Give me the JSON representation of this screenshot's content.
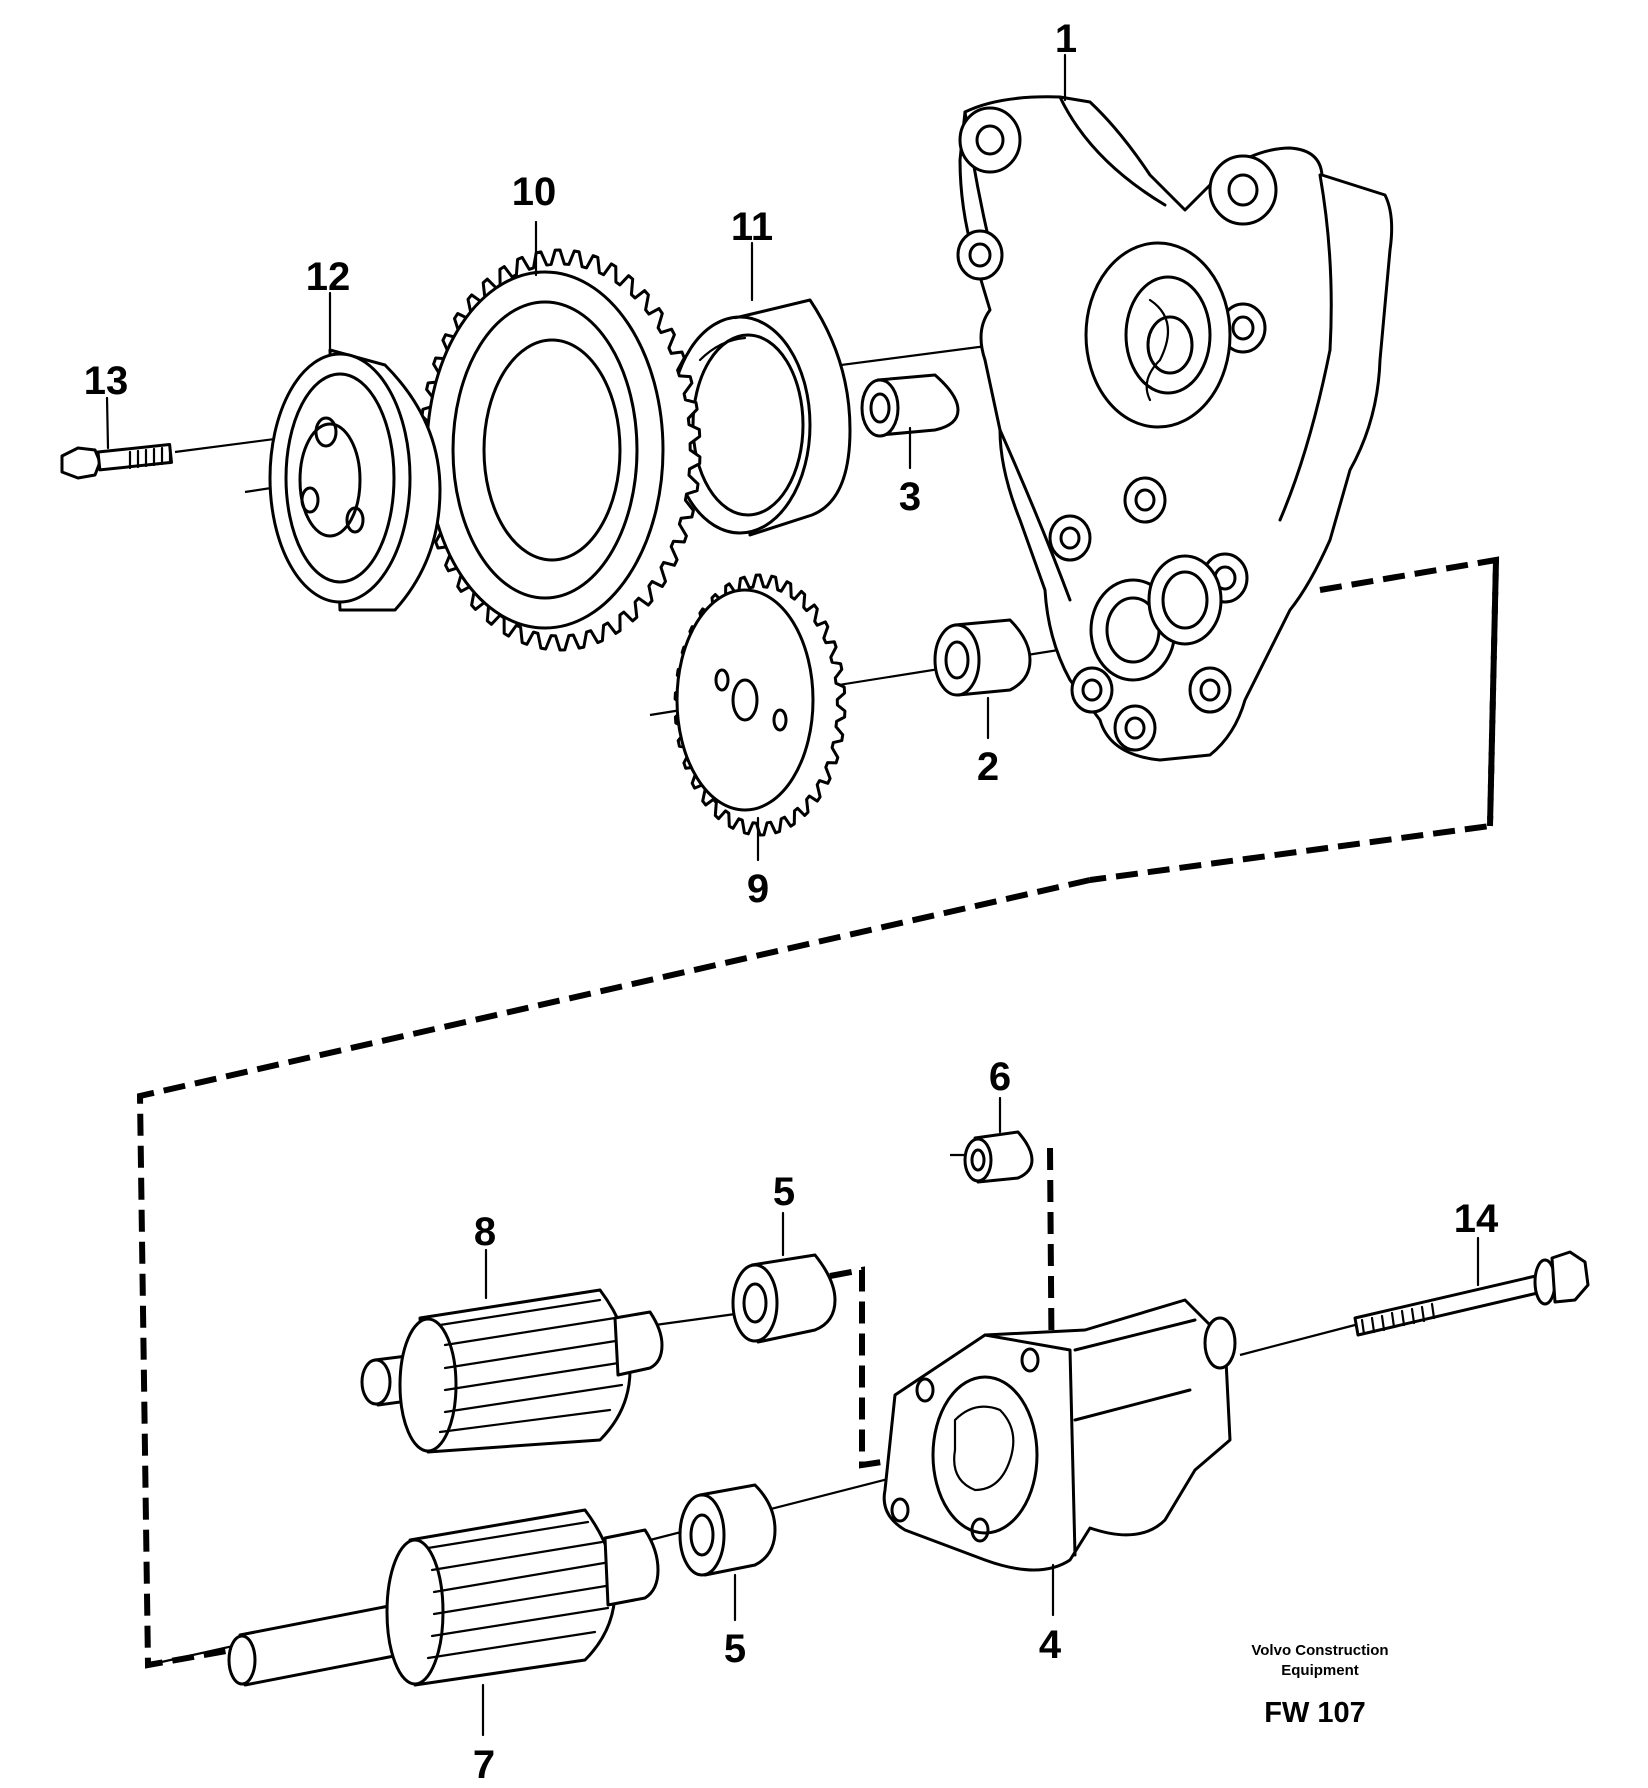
{
  "diagram": {
    "part_labels": {
      "p1": "1",
      "p2": "2",
      "p3": "3",
      "p4": "4",
      "p5a": "5",
      "p5b": "5",
      "p6": "6",
      "p7": "7",
      "p8": "8",
      "p9": "9",
      "p10": "10",
      "p11": "11",
      "p12": "12",
      "p13": "13",
      "p14": "14"
    },
    "caption": {
      "brand_line1": "Volvo Construction",
      "brand_line2": "Equipment",
      "code": "FW 107"
    }
  }
}
